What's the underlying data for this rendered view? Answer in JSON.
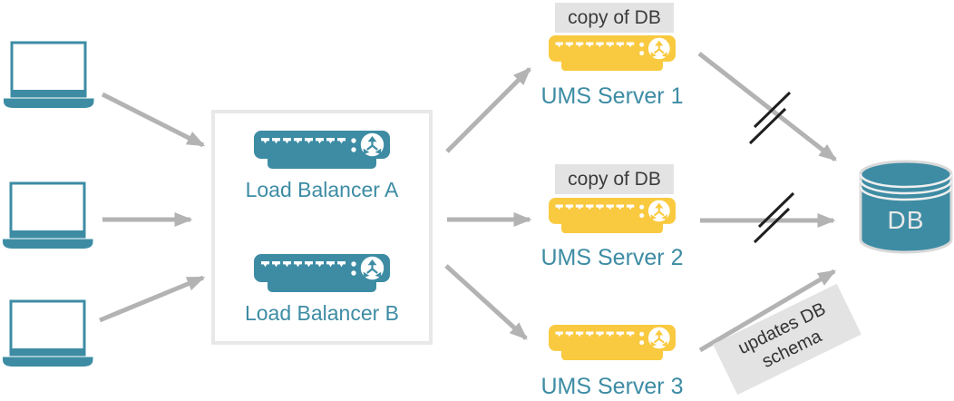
{
  "colors": {
    "teal": "#3D8CA4",
    "yellow": "#F9C93F",
    "arrow-gray": "#B3B3B3",
    "box-border": "#E8E8E8",
    "badge-bg": "#E3E3E3",
    "badge-text": "#3C3C3C",
    "break-mark": "#1F1F1F",
    "db-stroke": "#D9D9D9",
    "db-text": "#E9E9E9"
  },
  "load_balancers": {
    "a_label": "Load Balancer A",
    "b_label": "Load Balancer B"
  },
  "ums_servers": [
    {
      "label": "UMS Server 1",
      "badge": "copy of DB"
    },
    {
      "label": "UMS Server 2",
      "badge": "copy of DB"
    },
    {
      "label": "UMS Server 3"
    }
  ],
  "database": {
    "label": "DB"
  },
  "annotations": {
    "schema_note_line1": "updates DB",
    "schema_note_line2": "schema"
  },
  "icons": {
    "laptop-icon": "client endpoint laptop",
    "server-icon": "rack server with branch emblem",
    "database-icon": "database cylinder",
    "connection-break-icon": "double slash over arrow",
    "arrow-icon": "gray flow arrow"
  }
}
